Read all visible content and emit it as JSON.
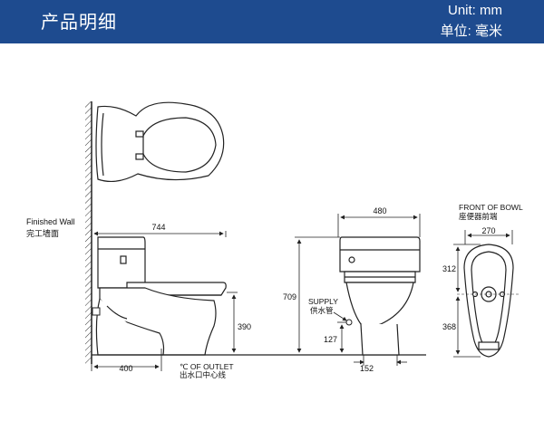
{
  "header": {
    "title": "产品明细",
    "unit_en": "Unit: mm",
    "unit_cn": "单位: 毫米"
  },
  "side_view": {
    "finished_wall_en": "Finished Wall",
    "finished_wall_cn": "完工墙面",
    "dim_length": "744",
    "dim_height_seat": "390",
    "dim_outlet": "400",
    "outlet_en": "℃ OF OUTLET",
    "outlet_cn": "出水口中心线"
  },
  "front_view": {
    "dim_width": "480",
    "dim_height_total": "709",
    "supply_en": "SUPPLY",
    "supply_cn": "供水管",
    "dim_supply_height": "127",
    "dim_base_width": "152"
  },
  "bottom_view": {
    "front_en": "FRONT OF BOWL",
    "front_cn": "座便器前端",
    "dim_width": "270",
    "dim_upper": "312",
    "dim_lower": "368"
  },
  "colors": {
    "header_bg": "#1e4b8f",
    "line": "#222222"
  }
}
